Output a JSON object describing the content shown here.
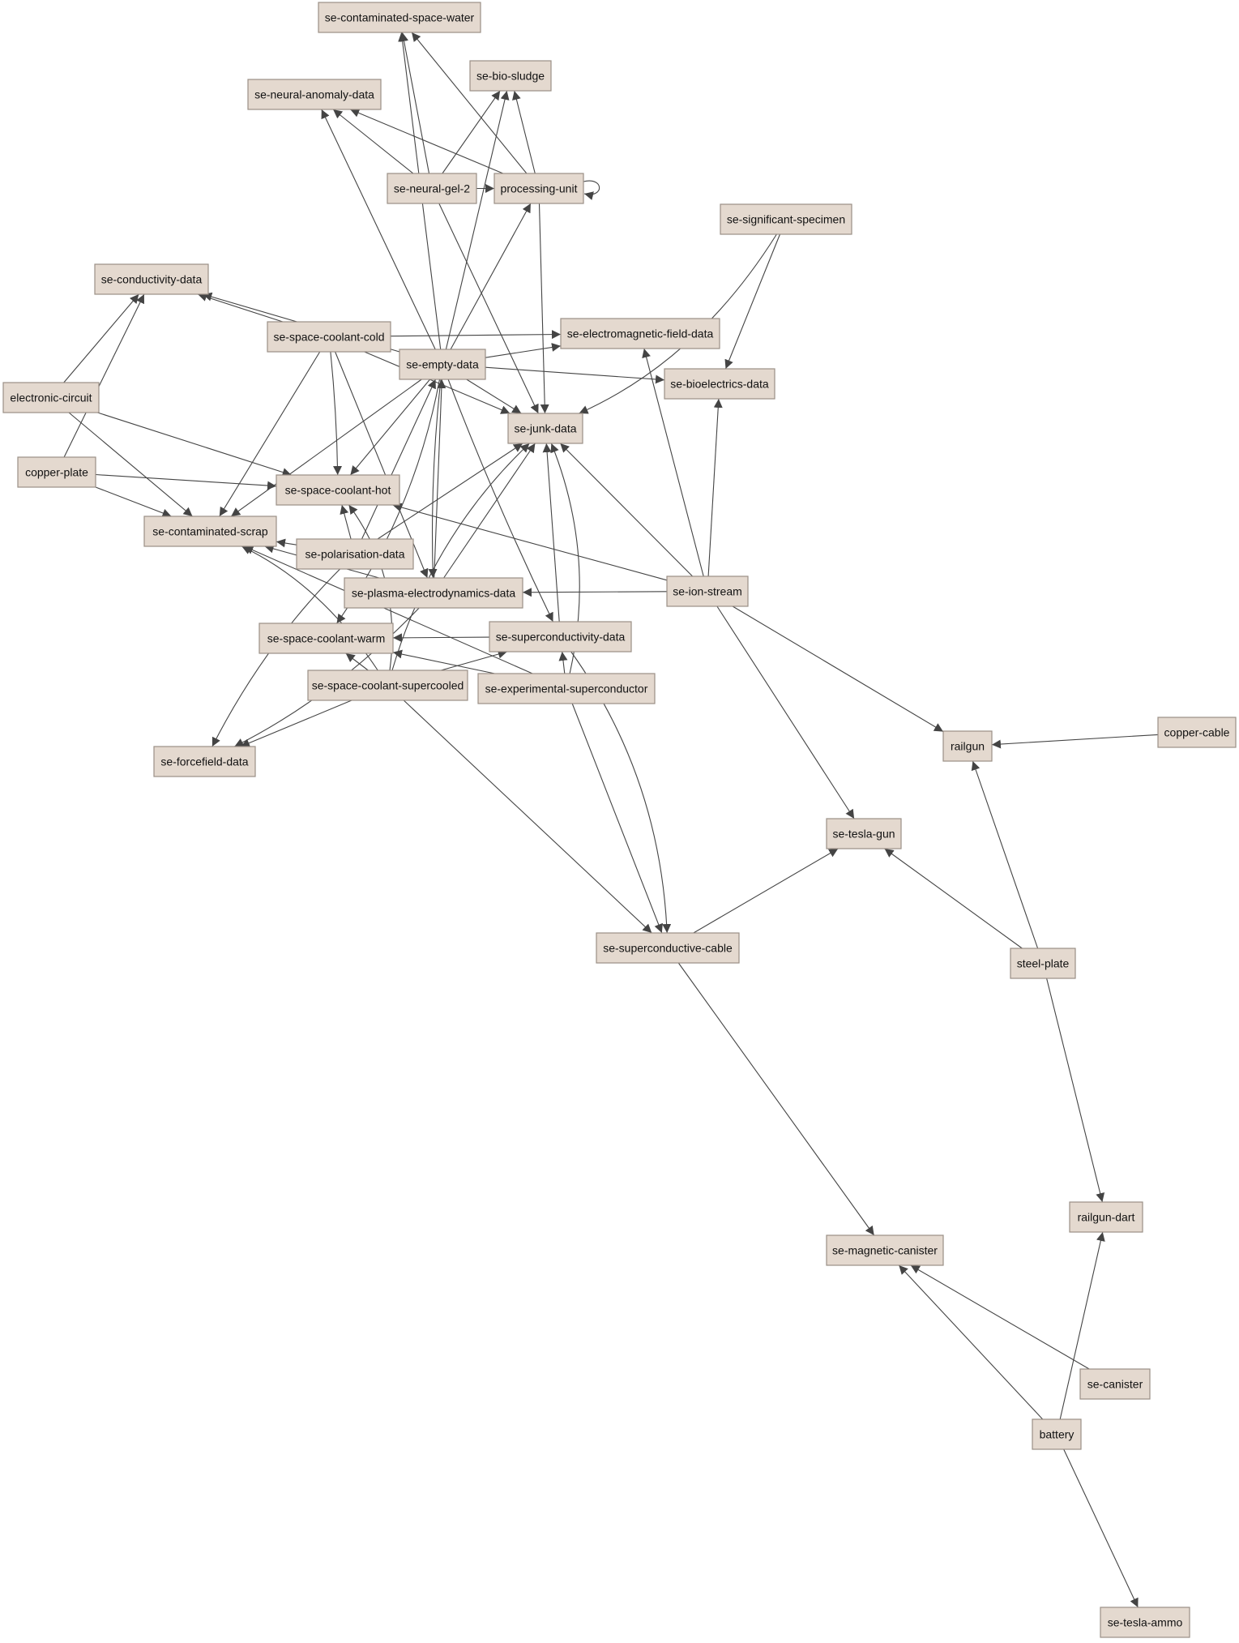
{
  "colors": {
    "node_fill": "#e4d9cf",
    "node_border": "#9a8f86",
    "edge": "#444444",
    "background": "#ffffff"
  },
  "nodes": [
    {
      "id": "contaminated-space-water",
      "label": "se-contaminated-space-water"
    },
    {
      "id": "bio-sludge",
      "label": "se-bio-sludge"
    },
    {
      "id": "neural-anomaly-data",
      "label": "se-neural-anomaly-data"
    },
    {
      "id": "neural-gel-2",
      "label": "se-neural-gel-2"
    },
    {
      "id": "processing-unit",
      "label": "processing-unit"
    },
    {
      "id": "significant-specimen",
      "label": "se-significant-specimen"
    },
    {
      "id": "conductivity-data",
      "label": "se-conductivity-data"
    },
    {
      "id": "space-coolant-cold",
      "label": "se-space-coolant-cold"
    },
    {
      "id": "electromagnetic-field-data",
      "label": "se-electromagnetic-field-data"
    },
    {
      "id": "empty-data",
      "label": "se-empty-data"
    },
    {
      "id": "bioelectrics-data",
      "label": "se-bioelectrics-data"
    },
    {
      "id": "electronic-circuit",
      "label": "electronic-circuit"
    },
    {
      "id": "junk-data",
      "label": "se-junk-data"
    },
    {
      "id": "copper-plate",
      "label": "copper-plate"
    },
    {
      "id": "space-coolant-hot",
      "label": "se-space-coolant-hot"
    },
    {
      "id": "contaminated-scrap",
      "label": "se-contaminated-scrap"
    },
    {
      "id": "polarisation-data",
      "label": "se-polarisation-data"
    },
    {
      "id": "ion-stream",
      "label": "se-ion-stream"
    },
    {
      "id": "plasma-electrodynamics-data",
      "label": "se-plasma-electrodynamics-data"
    },
    {
      "id": "space-coolant-warm",
      "label": "se-space-coolant-warm"
    },
    {
      "id": "superconductivity-data",
      "label": "se-superconductivity-data"
    },
    {
      "id": "space-coolant-supercooled",
      "label": "se-space-coolant-supercooled"
    },
    {
      "id": "experimental-superconductor",
      "label": "se-experimental-superconductor"
    },
    {
      "id": "copper-cable",
      "label": "copper-cable"
    },
    {
      "id": "railgun",
      "label": "railgun"
    },
    {
      "id": "forcefield-data",
      "label": "se-forcefield-data"
    },
    {
      "id": "tesla-gun",
      "label": "se-tesla-gun"
    },
    {
      "id": "superconductive-cable",
      "label": "se-superconductive-cable"
    },
    {
      "id": "steel-plate",
      "label": "steel-plate"
    },
    {
      "id": "railgun-dart",
      "label": "railgun-dart"
    },
    {
      "id": "magnetic-canister",
      "label": "se-magnetic-canister"
    },
    {
      "id": "canister",
      "label": "se-canister"
    },
    {
      "id": "battery",
      "label": "battery"
    },
    {
      "id": "tesla-ammo",
      "label": "se-tesla-ammo"
    }
  ]
}
